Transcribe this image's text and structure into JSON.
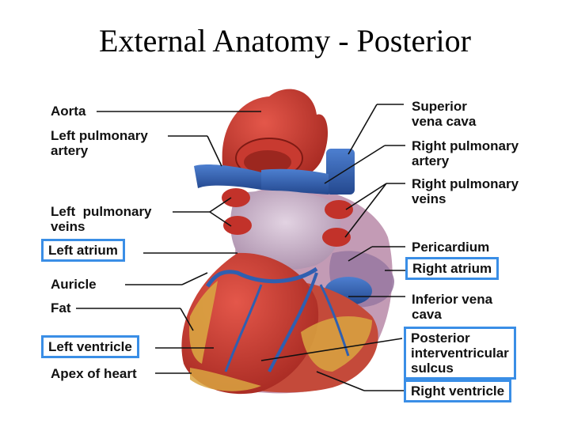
{
  "title": "External Anatomy - Posterior",
  "labels": {
    "aorta": "Aorta",
    "left_pulmonary_artery": [
      "Left pulmonary",
      "artery"
    ],
    "left_pulmonary_veins": [
      "Left  pulmonary",
      "veins"
    ],
    "left_atrium": "Left atrium",
    "auricle": "Auricle",
    "fat": "Fat",
    "left_ventricle": "Left ventricle",
    "apex_of_heart": "Apex of heart",
    "superior_vena_cava": [
      "Superior",
      "vena cava"
    ],
    "right_pulmonary_artery": [
      "Right pulmonary",
      "artery"
    ],
    "right_pulmonary_veins": [
      "Right pulmonary",
      "veins"
    ],
    "pericardium": "Pericardium",
    "right_atrium": "Right atrium",
    "inferior_vena_cava": [
      "Inferior vena",
      "cava"
    ],
    "posterior_interventricular_sulcus": [
      "Posterior",
      "interventricular",
      "sulcus"
    ],
    "right_ventricle": "Right ventricle"
  },
  "colors": {
    "highlight_box": "#3a8ee6",
    "muscle_red": "#c8382e",
    "vein_blue": "#2f5fb0",
    "fat_yellow": "#d9a441",
    "atrium_lavender": "#c9b3c9"
  }
}
